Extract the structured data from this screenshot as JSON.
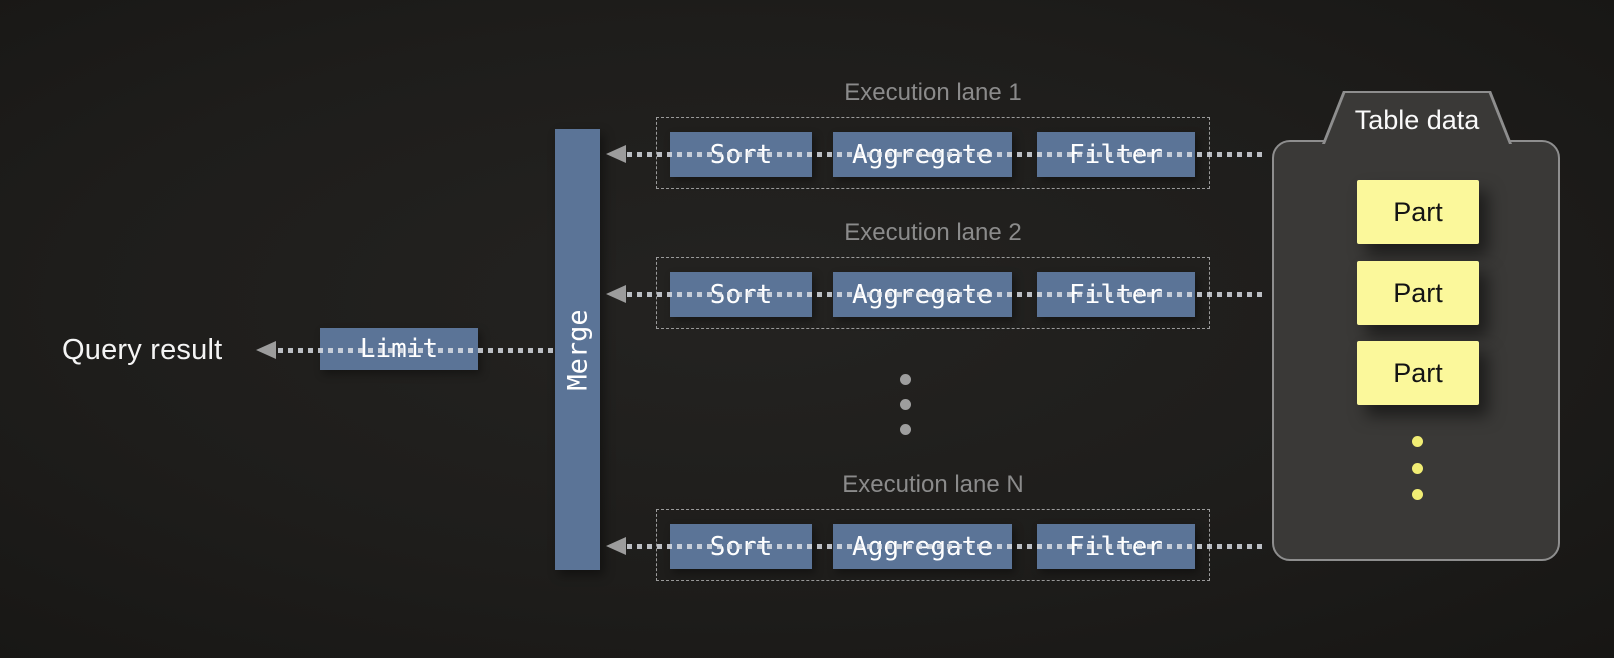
{
  "diagram": {
    "title_semantics": "query execution pipeline",
    "query_result_label": "Query result",
    "limit_label": "Limit",
    "merge_label": "Merge",
    "lanes": [
      {
        "label": "Execution lane 1",
        "operators": [
          "Sort",
          "Aggregate",
          "Filter"
        ]
      },
      {
        "label": "Execution lane 2",
        "operators": [
          "Sort",
          "Aggregate",
          "Filter"
        ]
      },
      {
        "label": "Execution lane N",
        "operators": [
          "Sort",
          "Aggregate",
          "Filter"
        ]
      }
    ],
    "lanes_ellipsis_dot_count": 3,
    "table": {
      "label": "Table data",
      "parts": [
        "Part",
        "Part",
        "Part"
      ],
      "parts_ellipsis_dot_count": 3
    },
    "colors": {
      "background": "#1e1d1b",
      "operator_box_blue": "#5b7497",
      "merge_bar_blue": "#5b7497",
      "part_box_yellow": "#fbf89b",
      "yellow_ellipsis_dot": "#f1ed74",
      "gray_ellipsis_dot": "#9e9e9e",
      "dotted_flow_line": "#b4b4b4",
      "arrowhead_gray": "#9c9c9c",
      "lane_label_gray": "#8b8b8b",
      "table_container_fill": "#3a3937",
      "table_container_border": "#8e8e8e",
      "text_white": "#f4f4f4",
      "part_text_black": "#141414"
    }
  }
}
